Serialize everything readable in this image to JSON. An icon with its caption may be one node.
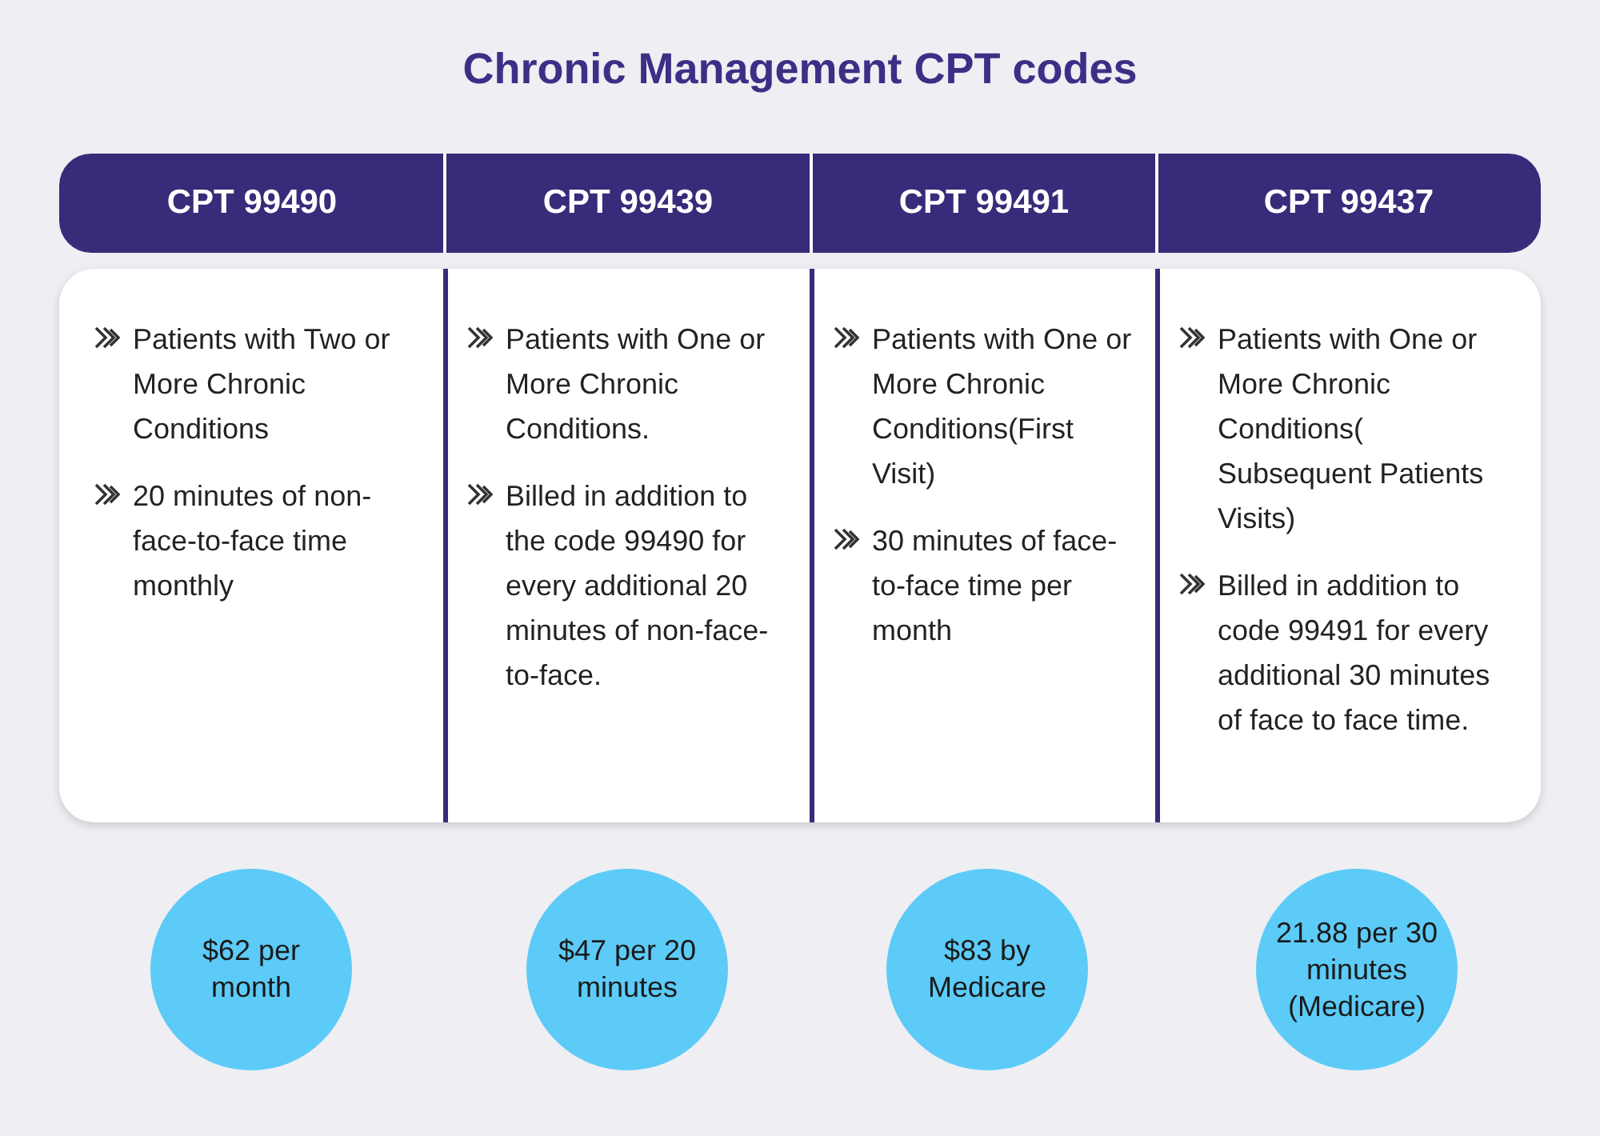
{
  "diagram": {
    "title": "Chronic Management CPT codes",
    "nodes": [
      {
        "text": [
          "CPT 99490"
        ]
      },
      {
        "text": [
          "CPT 99439"
        ]
      },
      {
        "text": [
          "CPT 99491"
        ]
      },
      {
        "text": [
          "CPT 99437"
        ]
      },
      {
        "text": [
          "Patients with Two or More Chronic Conditions",
          "20 minutes of non-face-to-face time monthly"
        ]
      },
      {
        "text": [
          "Patients with One or More Chronic Conditions.",
          "Billed in addition to the code 99490 for every additional 20 minutes of non-face-to-face."
        ]
      },
      {
        "text": [
          "Patients with One or More Chronic Conditions(First Visit)",
          "30 minutes of face-to-face time per month"
        ]
      },
      {
        "text": [
          "Patients with One or More Chronic Conditions( Subsequent Patients Visits)",
          "Billed in addition to code 99491 for every additional 30 minutes of face to face time."
        ]
      },
      {
        "text": [
          "$62 per month"
        ]
      },
      {
        "text": [
          "$47 per 20 minutes"
        ]
      },
      {
        "text": [
          "$83 by Medicare"
        ]
      },
      {
        "text": [
          "21.88 per 30 minutes (Medicare)"
        ]
      }
    ],
    "edges": []
  }
}
